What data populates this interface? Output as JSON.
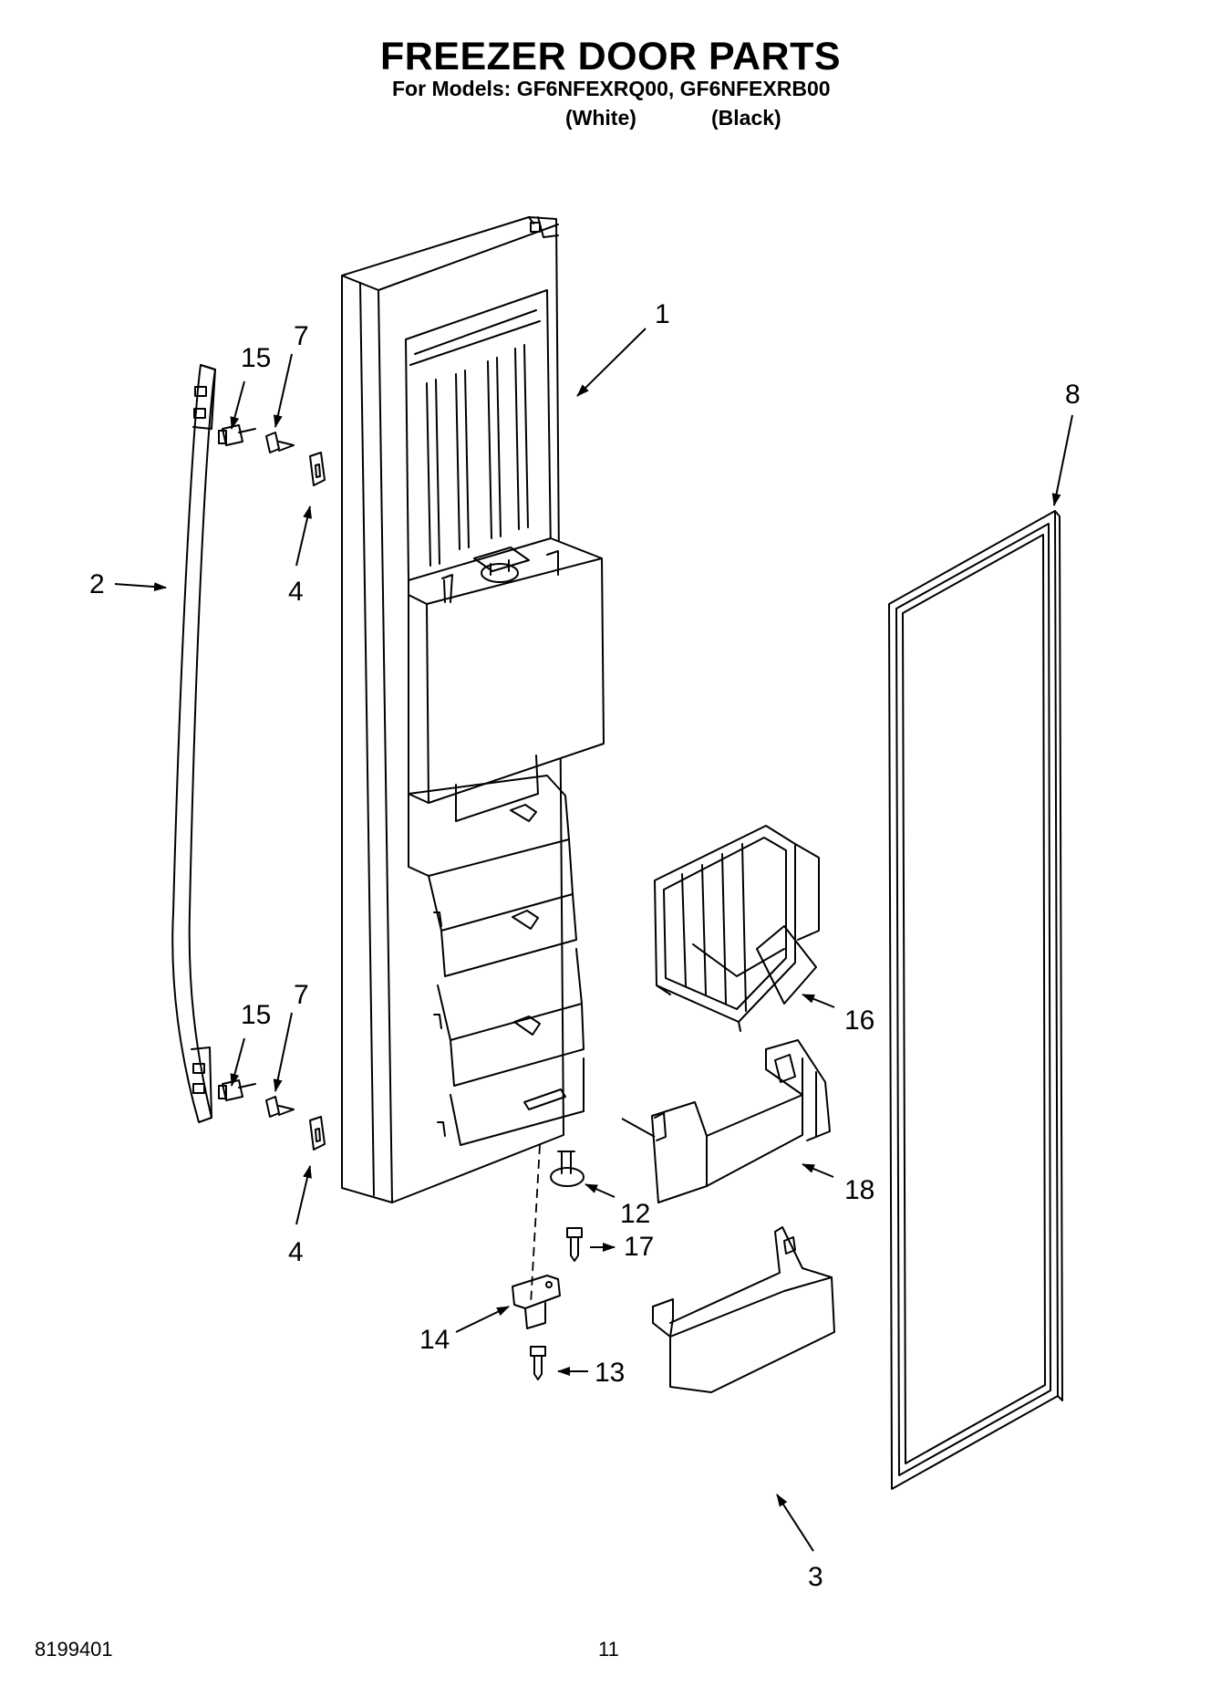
{
  "header": {
    "title": "FREEZER DOOR PARTS",
    "models_line": "For Models: GF6NFEXRQ00, GF6NFEXRB00",
    "variant_white": "(White)",
    "variant_black": "(Black)"
  },
  "callouts": {
    "door": "1",
    "handle": "2",
    "bin_bottom": "3",
    "clip_top": "4",
    "clip_bottom": "4",
    "screw_top": "7",
    "screw_bottom": "7",
    "gasket": "8",
    "bushing": "12",
    "hinge_screw": "13",
    "hinge": "14",
    "handle_screw_top": "15",
    "handle_screw_bottom": "15",
    "wire_basket": "16",
    "pin_screw": "17",
    "bin_middle": "18"
  },
  "footer": {
    "doc_number": "8199401",
    "page_number": "11"
  }
}
